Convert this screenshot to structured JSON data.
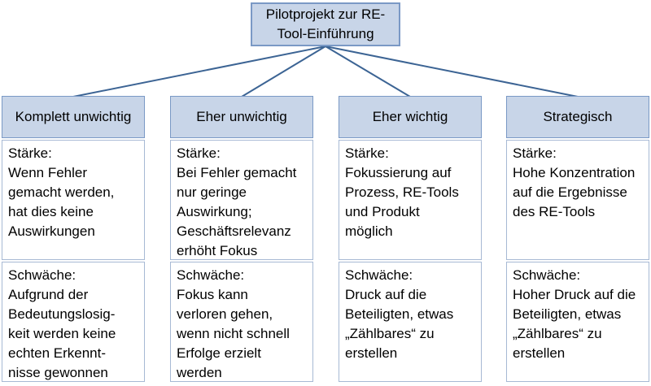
{
  "root": {
    "title": "Pilotprojekt zur RE-\nTool-Einführung"
  },
  "colors": {
    "node_fill": "#c8d5e8",
    "node_border": "#7a99c5",
    "body_border": "#a7b9d4",
    "connector": "#3c6494",
    "text": "#000000"
  },
  "columns": [
    {
      "header": "Komplett unwichtig",
      "strength": "Stärke:\nWenn Fehler\ngemacht werden,\nhat dies keine\nAuswirkungen",
      "weakness": "Schwäche:\nAufgrund der\nBedeutungslosig-\nkeit werden keine\nechten Erkennt-\nnisse gewonnen"
    },
    {
      "header": "Eher unwichtig",
      "strength": "Stärke:\nBei Fehler gemacht\nnur geringe\nAuswirkung;\nGeschäftsrelevanz\nerhöht Fokus",
      "weakness": "Schwäche:\nFokus kann\nverloren gehen,\nwenn nicht schnell\nErfolge erzielt\nwerden"
    },
    {
      "header": "Eher wichtig",
      "strength": "Stärke:\nFokussierung auf\nProzess, RE-Tools\nund Produkt\nmöglich",
      "weakness": "Schwäche:\nDruck auf die\nBeteiligten, etwas\n„Zählbares“ zu\nerstellen"
    },
    {
      "header": "Strategisch",
      "strength": "Stärke:\nHohe Konzentration\nauf die Ergebnisse\ndes RE-Tools",
      "weakness": "Schwäche:\nHoher Druck auf die\nBeteiligten, etwas\n„Zählbares“ zu\nerstellen"
    }
  ]
}
